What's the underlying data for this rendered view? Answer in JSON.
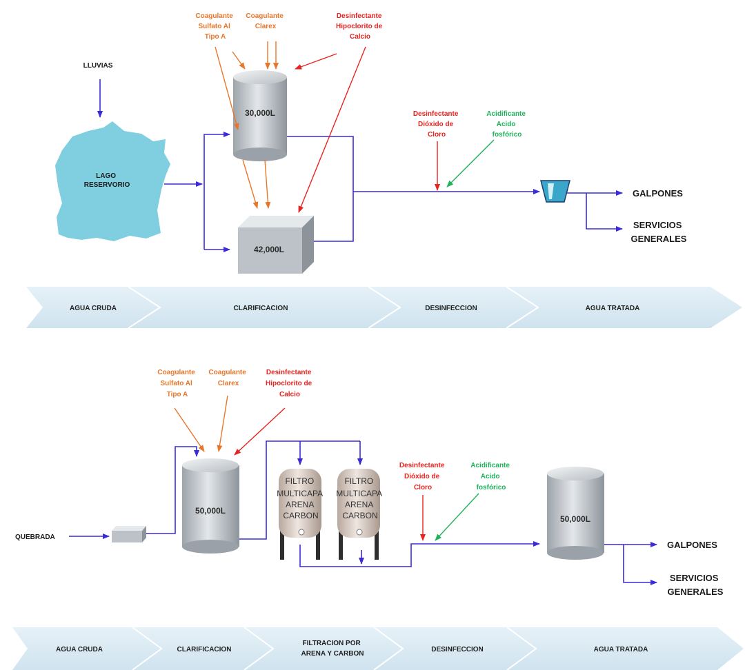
{
  "colors": {
    "flow": "#3b2bd9",
    "coagulant": "#e8762b",
    "disinfectant": "#e8231f",
    "acidifier": "#1fb25a",
    "lake": "#7fcfe0",
    "banner": "#dcecf5"
  },
  "top": {
    "lluvias": "LLUVIAS",
    "lake": [
      "LAGO",
      "RESERVORIO"
    ],
    "chem_sulfato": [
      "Coagulante",
      "Sulfato Al",
      "Tipo A"
    ],
    "chem_clarex": [
      "Coagulante",
      "Clarex"
    ],
    "chem_hipoclorito": [
      "Desinfectante",
      "Hipoclorito de",
      "Calcio"
    ],
    "chem_dioxido": [
      "Desinfectante",
      "Dióxido de",
      "Cloro"
    ],
    "chem_acido": [
      "Acidificante",
      "Acido",
      "fosfórico"
    ],
    "tank_cylinder": "30,000L",
    "tank_box": "42,000L",
    "galpones": "GALPONES",
    "servicios": [
      "SERVICIOS",
      "GENERALES"
    ],
    "stages": [
      "AGUA CRUDA",
      "CLARIFICACION",
      "DESINFECCION",
      "AGUA TRATADA"
    ]
  },
  "bottom": {
    "quebrada": "QUEBRADA",
    "chem_sulfato": [
      "Coagulante",
      "Sulfato Al",
      "Tipo A"
    ],
    "chem_clarex": [
      "Coagulante",
      "Clarex"
    ],
    "chem_hipoclorito": [
      "Desinfectante",
      "Hipoclorito de",
      "Calcio"
    ],
    "chem_dioxido": [
      "Desinfectante",
      "Dióxido de",
      "Cloro"
    ],
    "chem_acido": [
      "Acidificante",
      "Acido",
      "fosfórico"
    ],
    "tank_main": "50,000L",
    "tank_end": "50,000L",
    "filter_1": [
      "FILTRO",
      "MULTICAPA",
      "ARENA",
      "CARBON"
    ],
    "filter_2": [
      "FILTRO",
      "MULTICAPA",
      "ARENA",
      "CARBON"
    ],
    "galpones": "GALPONES",
    "servicios": [
      "SERVICIOS",
      "GENERALES"
    ],
    "stages": [
      "AGUA CRUDA",
      "CLARIFICACION",
      [
        "FILTRACION POR",
        "ARENA Y CARBON"
      ],
      "DESINFECCION",
      "AGUA TRATADA"
    ]
  }
}
